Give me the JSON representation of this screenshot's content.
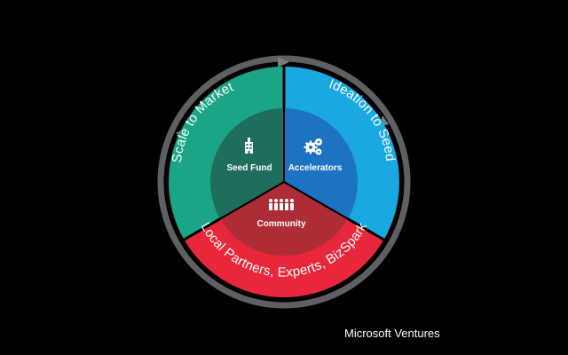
{
  "diagram": {
    "title": "Microsoft Ventures program wheel",
    "outer_segments": [
      {
        "label": "Ideation to Seed",
        "color": "#1aa8e0"
      },
      {
        "label": "Local Partners, Experts, BizSpark",
        "color": "#e8283a"
      },
      {
        "label": "Scale to Market",
        "color": "#1aa587"
      }
    ],
    "inner_segments": [
      {
        "label": "Accelerators",
        "icon": "gears-icon",
        "color": "#1e72c2"
      },
      {
        "label": "Community",
        "icon": "people-group-icon",
        "color": "#ad2c35"
      },
      {
        "label": "Seed Fund",
        "icon": "office-building-icon",
        "color": "#1f6e5c"
      }
    ],
    "ring_color": "#5f6063"
  },
  "brand": {
    "text": "Microsoft Ventures"
  }
}
